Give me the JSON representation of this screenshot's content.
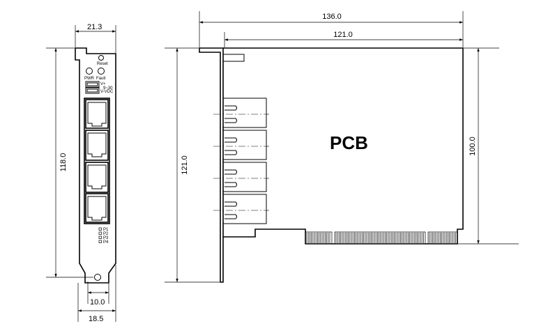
{
  "dimensions": {
    "bracket_width": "21.3",
    "bracket_height": "118.0",
    "bottom_hole": "10.0",
    "bottom_width": "18.5",
    "total_length": "136.0",
    "card_length": "121.0",
    "card_height_left": "121.0",
    "card_height_right": "100.0"
  },
  "bracket_labels": {
    "reset": "Reset",
    "pwr": "PWR",
    "fault": "Fault",
    "power_v_plus": "V+",
    "power_range": "9~30",
    "power_vdc": "V-VDC",
    "ports": [
      "P1",
      "P2",
      "P3",
      "P4"
    ]
  },
  "board": {
    "label": "PCB"
  }
}
